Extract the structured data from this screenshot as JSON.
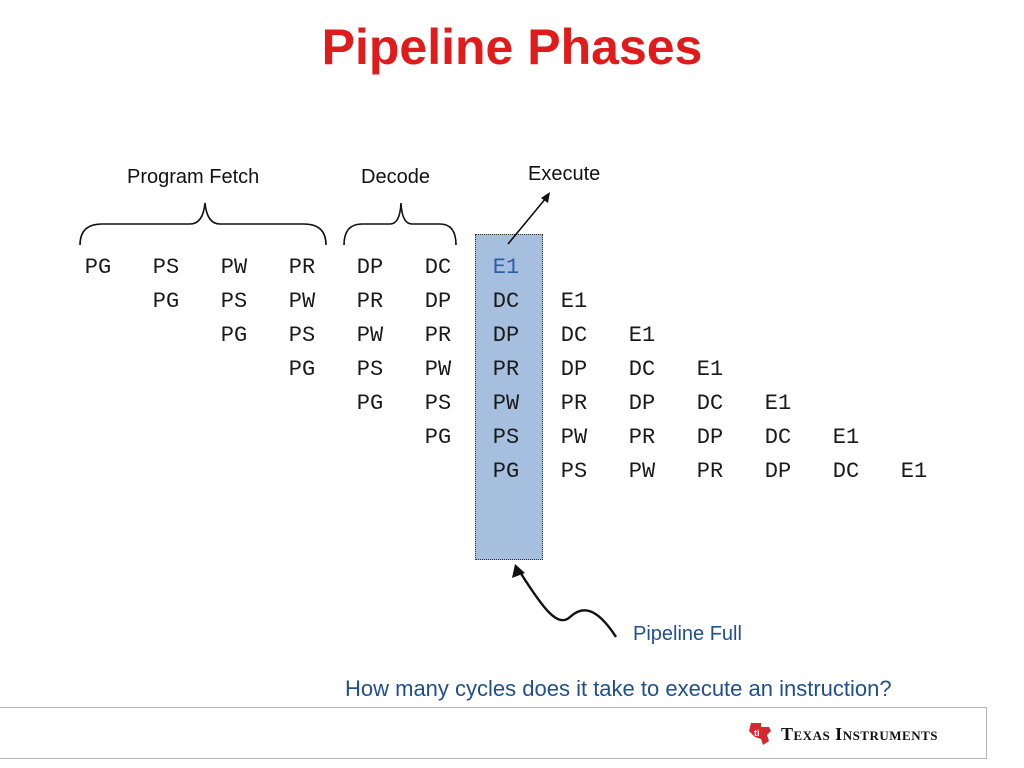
{
  "slide": {
    "title": "Pipeline Phases",
    "labels": {
      "program_fetch": "Program Fetch",
      "decode": "Decode",
      "execute": "Execute",
      "pipeline_full": "Pipeline Full"
    },
    "question": "How many cycles does it take to execute an instruction?",
    "logo_text": "Texas Instruments",
    "colors": {
      "title": "#e01b1b",
      "highlight": "#a7bfdf",
      "accent_text": "#1f4f8f",
      "logo_red": "#d7262d"
    }
  },
  "pipeline": {
    "rows": [
      [
        "PG",
        "PS",
        "PW",
        "PR",
        "DP",
        "DC",
        "E1"
      ],
      [
        "PG",
        "PS",
        "PW",
        "PR",
        "DP",
        "DC",
        "E1"
      ],
      [
        "PG",
        "PS",
        "PW",
        "PR",
        "DP",
        "DC",
        "E1"
      ],
      [
        "PG",
        "PS",
        "PW",
        "PR",
        "DP",
        "DC",
        "E1"
      ],
      [
        "PG",
        "PS",
        "PW",
        "PR",
        "DP",
        "DC",
        "E1"
      ],
      [
        "PG",
        "PS",
        "PW",
        "PR",
        "DP",
        "DC",
        "E1"
      ],
      [
        "PG",
        "PS",
        "PW",
        "PR",
        "DP",
        "DC",
        "E1"
      ]
    ]
  }
}
